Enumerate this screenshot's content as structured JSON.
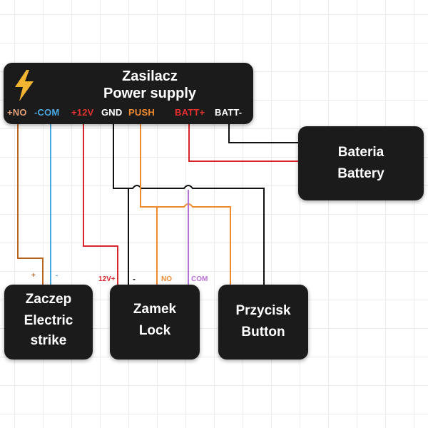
{
  "power_supply": {
    "title_pl": "Zasilacz",
    "title_en": "Power supply",
    "terminals": {
      "no": "+NO",
      "com": "-COM",
      "v12": "+12V",
      "gnd": "GND",
      "push": "PUSH",
      "batt_plus": "BATT+",
      "batt_minus": "BATT-"
    }
  },
  "battery": {
    "label_pl": "Bateria",
    "label_en": "Battery"
  },
  "strike": {
    "label_pl": "Zaczep",
    "label_en_1": "Electric",
    "label_en_2": "strike",
    "plus": "+",
    "minus": "-"
  },
  "lock": {
    "label_pl": "Zamek",
    "label_en": "Lock",
    "v12": "12V+",
    "minus": "-",
    "no": "NO",
    "com": "COM"
  },
  "button": {
    "label_pl": "Przycisk",
    "label_en": "Button"
  },
  "colors": {
    "box": "#1b1b1b",
    "no_wire": "#b5651d",
    "com_wire": "#4aa8e0",
    "v12_wire": "#d9262b",
    "gnd_wire": "#111111",
    "push_wire": "#f08a2e",
    "lock_com_wire": "#b86fd6",
    "bolt": "#f2b531"
  }
}
